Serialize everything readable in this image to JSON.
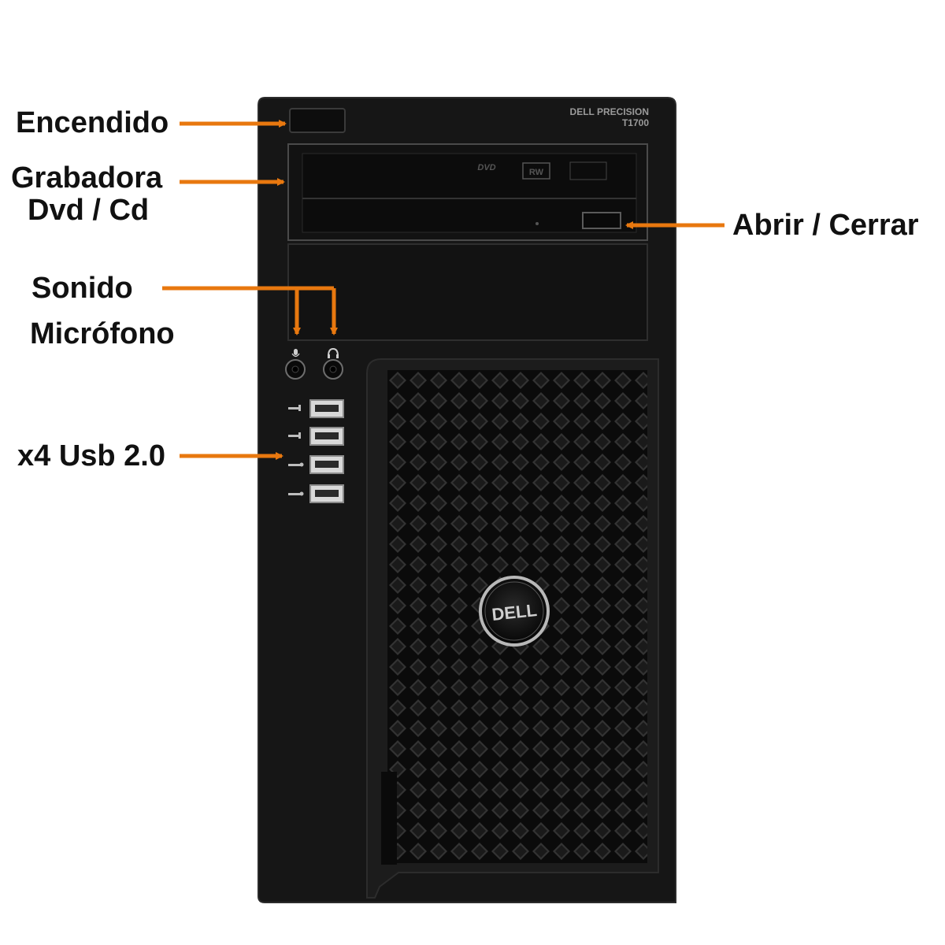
{
  "labels": {
    "power": "Encendido",
    "burner_line1": "Grabadora",
    "burner_line2": "Dvd / Cd",
    "eject": "Abrir / Cerrar",
    "sound": "Sonido",
    "mic": "Micrófono",
    "usb": "x4 Usb 2.0"
  },
  "case": {
    "brand_line1": "DELL PRECISION",
    "brand_line2": "T1700",
    "logo": "DELL",
    "optical_marks": [
      "DVD",
      "RW"
    ]
  },
  "colors": {
    "arrow": "#E8780F",
    "case": "#151515",
    "background": "#FFFFFF"
  },
  "icons": [
    "microphone-icon",
    "headphone-icon",
    "usb3-icon",
    "usb-icon"
  ]
}
